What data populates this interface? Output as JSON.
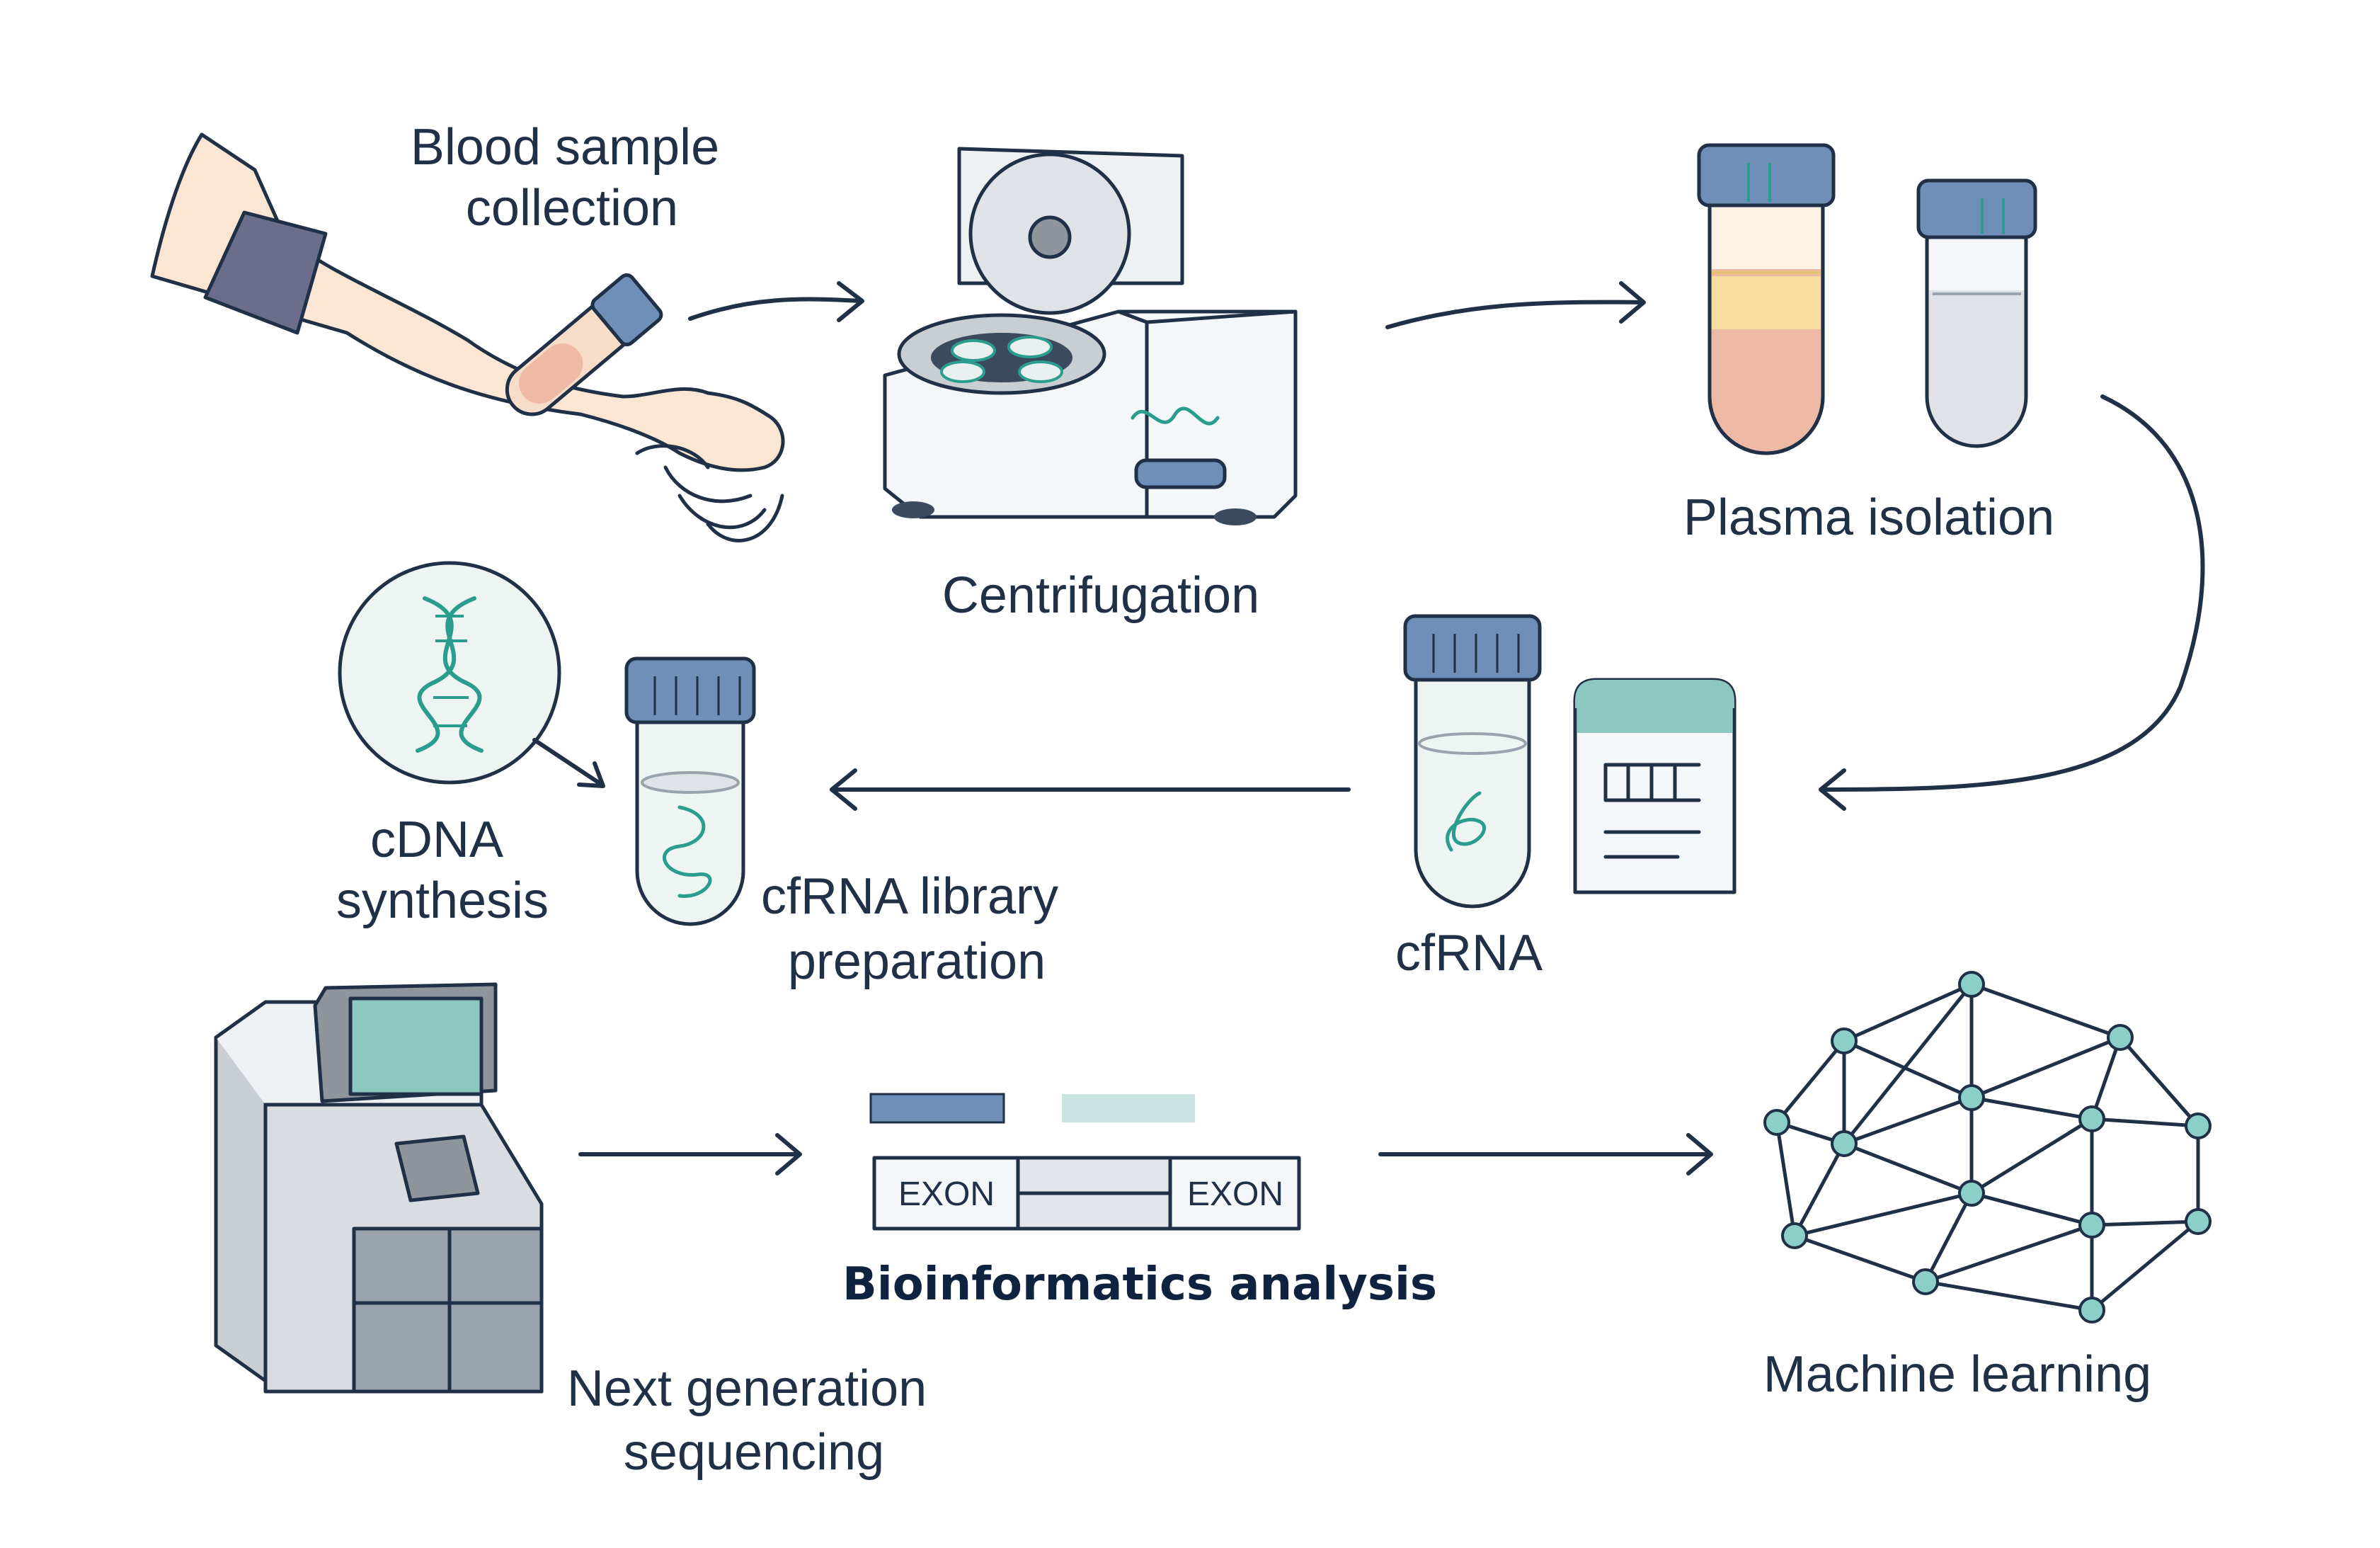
{
  "steps": {
    "blood": {
      "line1": "Blood sample",
      "line2": "collection"
    },
    "centrifugation": {
      "label": "Centrifugation"
    },
    "plasma": {
      "label": "Plasma isolation"
    },
    "cfrna": {
      "label": "cfRNA"
    },
    "library": {
      "line1": "cfRNA library",
      "line2": "preparation"
    },
    "cdna": {
      "line1": "cDNA",
      "line2": "synthesis"
    },
    "ngs": {
      "line1": "Next generation",
      "line2": "sequencing"
    },
    "bioinformatics": {
      "label": "Bioinformatics analysis",
      "exon_left": "EXON",
      "exon_right": "EXON"
    },
    "ml": {
      "label": "Machine learning"
    }
  },
  "colors": {
    "ink": "#1f3047",
    "cap_blue": "#6f8fb8",
    "teal": "#2a9d8f",
    "teal_light": "#8cc7c1",
    "skin": "#fbe6d3",
    "plasma_yellow": "#f8dca0",
    "blood_red": "#eebaa5",
    "grey_body": "#d9dde2",
    "node": "#8ccfc9"
  }
}
